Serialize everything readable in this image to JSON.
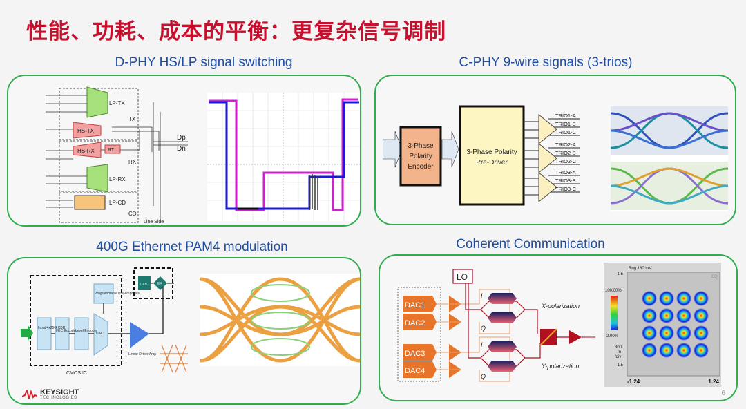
{
  "title": "性能、功耗、成本的平衡：更复杂信号调制",
  "panels": {
    "dphy": {
      "heading": "D-PHY HS/LP signal switching",
      "labels": {
        "lptx": "LP-TX",
        "hstx": "HS-TX",
        "hsrx": "HS-RX",
        "rt": "RT",
        "lprx": "LP-RX",
        "lpcd": "LP-CD",
        "tx": "TX",
        "rx": "RX",
        "cd": "CD",
        "dp": "Dp",
        "dn": "Dn",
        "line_side": "Line Side"
      }
    },
    "cphy": {
      "heading": "C-PHY 9-wire signals (3-trios)",
      "encoder": [
        "3-Phase",
        "Polarity",
        "Encoder"
      ],
      "predriver": [
        "3-Phase Polarity",
        "Pre-Driver"
      ],
      "trios": [
        "TRIO1-A",
        "TRIO1-B",
        "TRIO1-C",
        "TRIO2-A",
        "TRIO2-B",
        "TRIO2-C",
        "TRIO3-A",
        "TRIO3-B",
        "TRIO3-C"
      ]
    },
    "pam4": {
      "heading": "400G Ethernet PAM4 modulation",
      "blocks": [
        "Input 4x25G CDR",
        "FEC Encoder",
        "Level Encoder",
        "DAC"
      ],
      "preemph": "Programmable Pre-emphasis",
      "cmos": "CMOS IC",
      "amp": "Linear Driver Amp",
      "dfb": "DFB",
      "ea": "EA"
    },
    "coherent": {
      "heading": "Coherent Communication",
      "lo": "LO",
      "dacs": [
        "DAC1",
        "DAC2",
        "DAC3",
        "DAC4"
      ],
      "i": "I",
      "q": "Q",
      "xpol": "X-polarization",
      "ypol": "Y-polarization",
      "constellation": {
        "rng": "Rng 160 mV",
        "y_top": "1.5",
        "y_bot": "-1.5",
        "scale_max": "100.00%",
        "scale_min": "2.00%",
        "div": [
          "300",
          "m",
          "/div"
        ],
        "x_left": "-1.24",
        "x_right": "1.24",
        "tag": "EQ"
      }
    }
  },
  "logo": {
    "name": "KEYSIGHT",
    "sub": "TECHNOLOGIES"
  },
  "page_number": "6"
}
